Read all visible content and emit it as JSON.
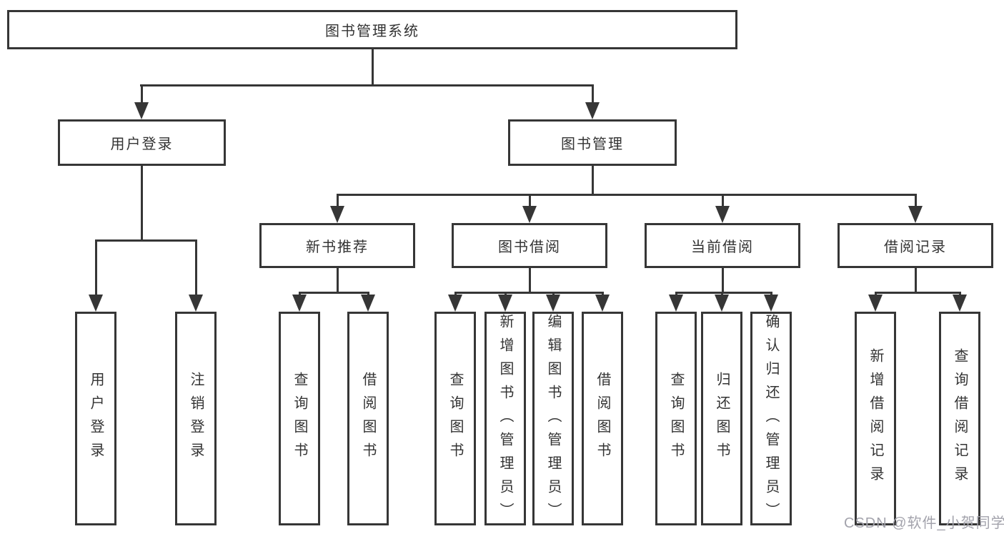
{
  "tree": {
    "root": {
      "label": "图书管理系统",
      "children": [
        {
          "label": "用户登录",
          "children": [
            {
              "label": "用户登录"
            },
            {
              "label": "注销登录"
            }
          ]
        },
        {
          "label": "图书管理",
          "children": [
            {
              "label": "新书推荐",
              "children": [
                {
                  "label": "查询图书"
                },
                {
                  "label": "借阅图书"
                }
              ]
            },
            {
              "label": "图书借阅",
              "children": [
                {
                  "label": "查询图书"
                },
                {
                  "label": "新增图书（管理员）"
                },
                {
                  "label": "编辑图书（管理员）"
                },
                {
                  "label": "借阅图书"
                }
              ]
            },
            {
              "label": "当前借阅",
              "children": [
                {
                  "label": "查询图书"
                },
                {
                  "label": "归还图书"
                },
                {
                  "label": "确认归还（管理员）"
                }
              ]
            },
            {
              "label": "借阅记录",
              "children": [
                {
                  "label": "新增借阅记录"
                },
                {
                  "label": "查询借阅记录"
                }
              ]
            }
          ]
        }
      ]
    }
  },
  "watermark": {
    "text": "CSDN @软件_小贺同学"
  },
  "colors": {
    "line": "#363636",
    "text": "#333333",
    "watermark": "#a3a3ac",
    "background": "#ffffff"
  }
}
